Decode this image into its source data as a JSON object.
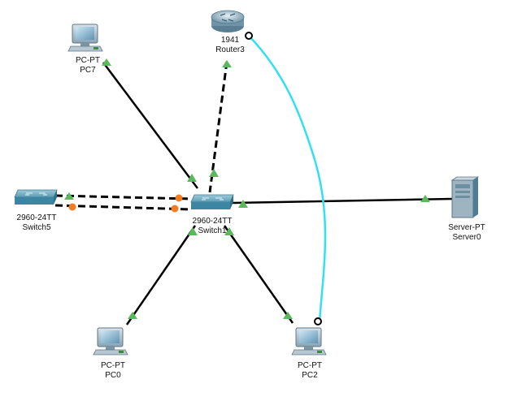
{
  "devices": {
    "router3": {
      "model": "1941",
      "name": "Router3"
    },
    "pc7": {
      "model": "PC-PT",
      "name": "PC7"
    },
    "switch5": {
      "model": "2960-24TT",
      "name": "Switch5"
    },
    "switch1": {
      "model": "2960-24TT",
      "name": "Switch1"
    },
    "server0": {
      "model": "Server-PT",
      "name": "Server0"
    },
    "pc0": {
      "model": "PC-PT",
      "name": "PC0"
    },
    "pc2": {
      "model": "PC-PT",
      "name": "PC2"
    }
  },
  "colors": {
    "copper_straight": "#000000",
    "crossover": "#000000",
    "console_cable": "#33e0f0",
    "link_up": "#5cb85c",
    "link_blocking": "#f47c20",
    "device_blue": "#2f7f9c"
  }
}
